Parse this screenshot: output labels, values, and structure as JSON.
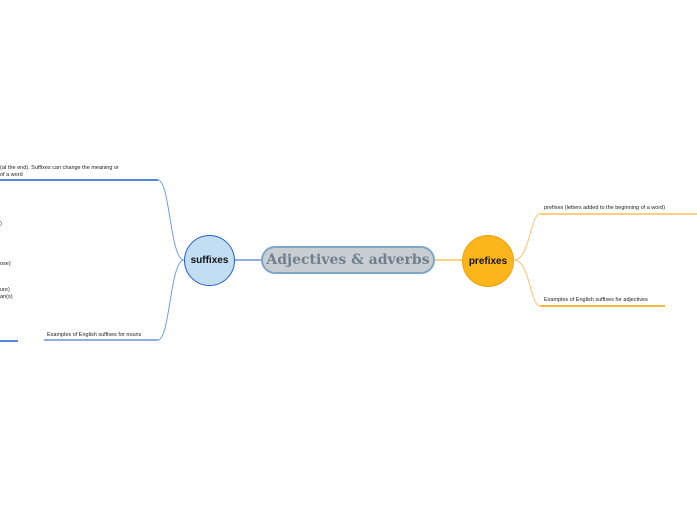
{
  "central": {
    "title": "Adjectives & adverbs"
  },
  "branches": {
    "suffixes": {
      "label": "suffixes",
      "color": "#1f5fcf",
      "children": {
        "definition": {
          "line1": "(at the end). Suffixes can change the meaning or",
          "line2": "of a word"
        },
        "fragment1": ")",
        "fragment2": "ose)",
        "fragment3": {
          "line1": "ure)",
          "line2": "an(s)"
        },
        "nouns": "Examples of English suffixes for nouns"
      }
    },
    "prefixes": {
      "label": "prefixes",
      "color": "#f0a10c",
      "children": {
        "definition": "prefixes (letters added to the beginning of a word)",
        "adjectives": "Examples of English suffixes for adjectives"
      }
    }
  }
}
